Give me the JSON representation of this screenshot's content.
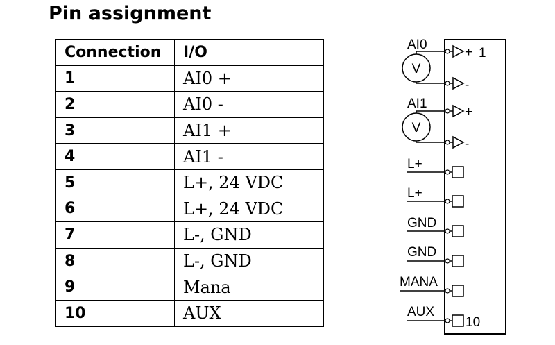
{
  "title": "Pin assignment",
  "table": {
    "headers": [
      "Connection",
      "I/O"
    ],
    "rows": [
      [
        "1",
        "AI0 +"
      ],
      [
        "2",
        "AI0 -"
      ],
      [
        "3",
        "AI1 +"
      ],
      [
        "4",
        "AI1 -"
      ],
      [
        "5",
        "L+, 24 VDC"
      ],
      [
        "6",
        "L+, 24 VDC"
      ],
      [
        "7",
        "L-, GND"
      ],
      [
        "8",
        "L-, GND"
      ],
      [
        "9",
        "Mana"
      ],
      [
        "10",
        "AUX"
      ]
    ]
  },
  "diagram": {
    "labels": [
      "AI0",
      "AI1",
      "L+",
      "L+",
      "GND",
      "GND",
      "MANA",
      "AUX"
    ],
    "meter_symbol": "V",
    "pin_signs": [
      "+",
      "-",
      "+",
      "-"
    ],
    "first_pin": "1",
    "last_pin": "10"
  }
}
